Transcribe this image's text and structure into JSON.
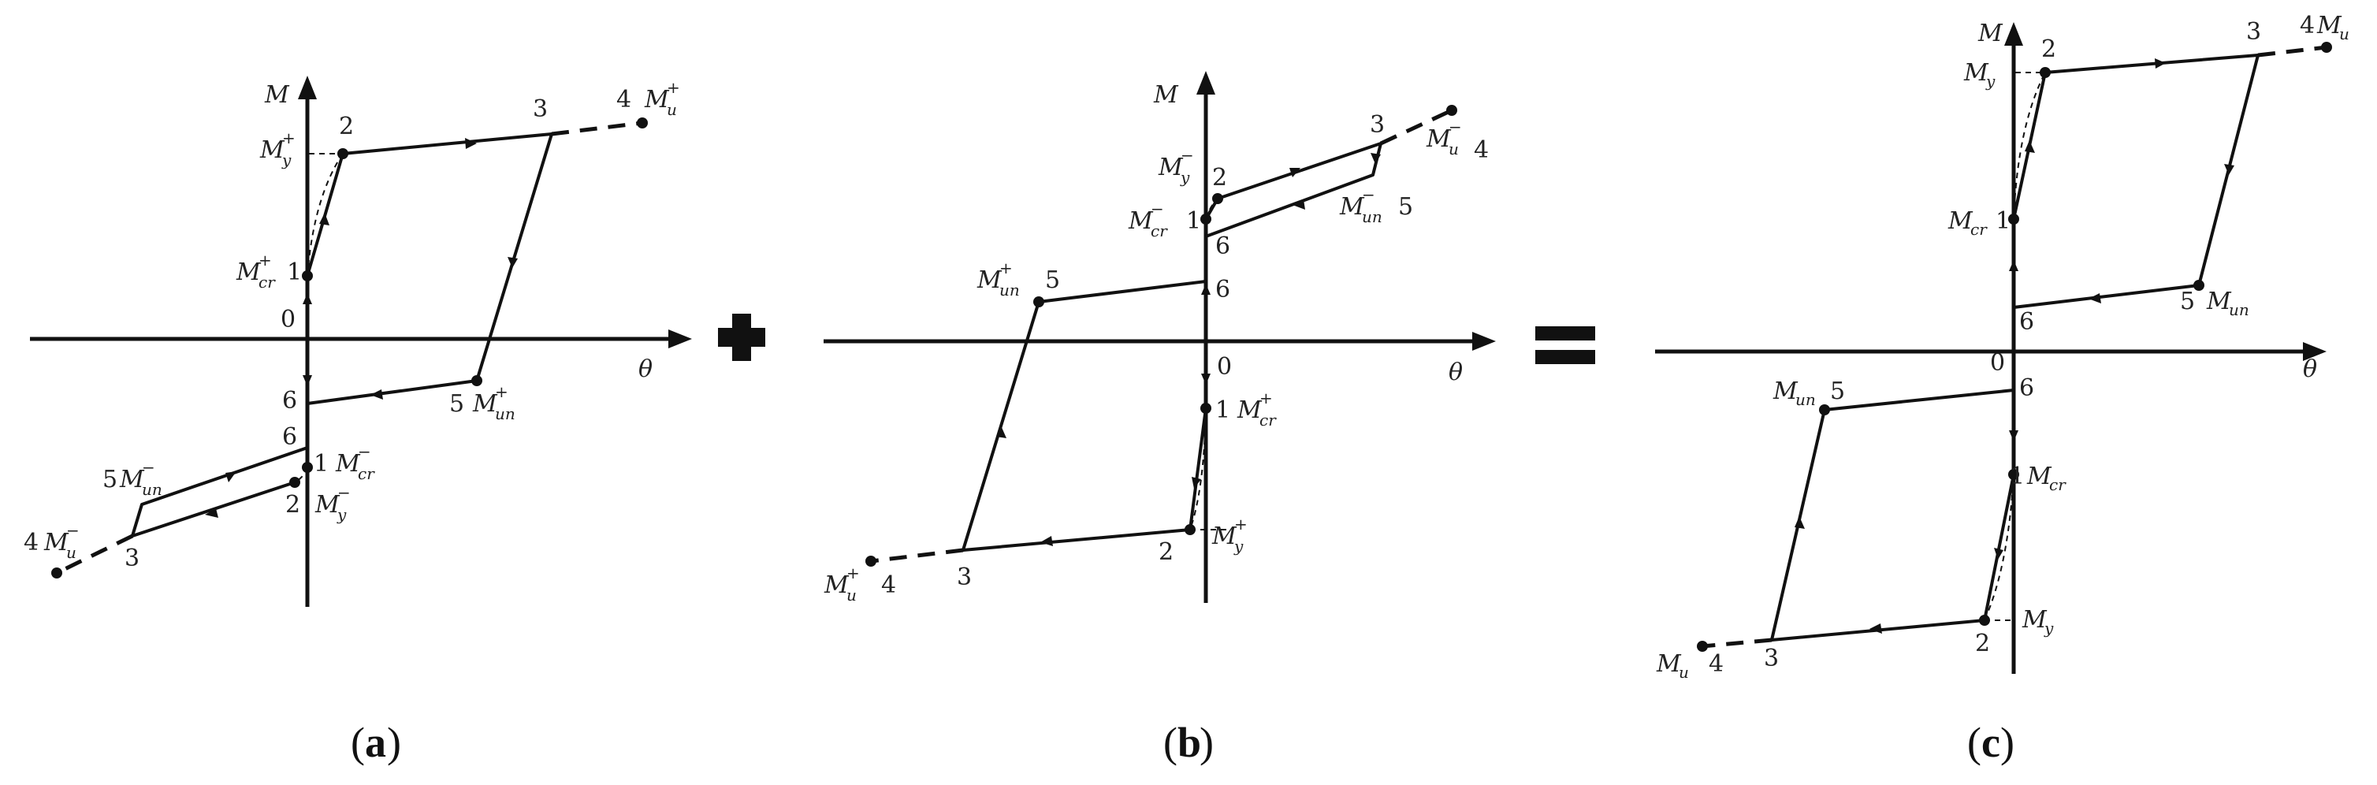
{
  "panels": [
    {
      "caption": "a",
      "axis_y": "M",
      "axis_x": "θ",
      "origin": "0",
      "labels": {
        "mu_pos": "M",
        "mu_pos_sup": "+",
        "mu_pos_sub": "u",
        "my_pos": "M",
        "my_pos_sup": "+",
        "my_pos_sub": "y",
        "mcr_pos": "M",
        "mcr_pos_sup": "+",
        "mcr_pos_sub": "cr",
        "mun_pos": "M",
        "mun_pos_sup": "+",
        "mun_pos_sub": "un",
        "mun_neg": "M",
        "mun_neg_sup": "−",
        "mun_neg_sub": "un",
        "mcr_neg": "M",
        "mcr_neg_sup": "−",
        "mcr_neg_sub": "cr",
        "my_neg": "M",
        "my_neg_sup": "−",
        "my_neg_sub": "y",
        "mu_neg": "M",
        "mu_neg_sup": "−",
        "mu_neg_sub": "u"
      },
      "points": [
        "1",
        "2",
        "3",
        "4",
        "5",
        "6",
        "6",
        "5",
        "1",
        "2",
        "3",
        "4"
      ]
    },
    {
      "caption": "b",
      "axis_y": "M",
      "axis_x": "θ",
      "origin": "0",
      "labels": {
        "my_neg": "M",
        "my_neg_sup": "−",
        "my_neg_sub": "y",
        "mcr_neg": "M",
        "mcr_neg_sup": "−",
        "mcr_neg_sub": "cr",
        "mu_neg": "M",
        "mu_neg_sup": "−",
        "mu_neg_sub": "u",
        "mun_neg": "M",
        "mun_neg_sup": "−",
        "mun_neg_sub": "un",
        "mun_pos": "M",
        "mun_pos_sup": "+",
        "mun_pos_sub": "un",
        "mcr_pos": "M",
        "mcr_pos_sup": "+",
        "mcr_pos_sub": "cr",
        "my_pos": "M",
        "my_pos_sup": "+",
        "my_pos_sub": "y",
        "mu_pos": "M",
        "mu_pos_sup": "+",
        "mu_pos_sub": "u"
      },
      "points": [
        "1",
        "2",
        "3",
        "4",
        "5",
        "6",
        "6",
        "5",
        "1",
        "2",
        "3",
        "4"
      ]
    },
    {
      "caption": "c",
      "axis_y": "M",
      "axis_x": "θ",
      "origin": "0",
      "labels": {
        "mu": "M",
        "mu_sub": "u",
        "my": "M",
        "my_sub": "y",
        "mcr": "M",
        "mcr_sub": "cr",
        "mun": "M",
        "mun_sub": "un"
      },
      "points": [
        "1",
        "2",
        "3",
        "4",
        "5",
        "6",
        "6",
        "5",
        "1",
        "2",
        "3",
        "4"
      ]
    }
  ],
  "operators": {
    "plus": "plus-sign",
    "equals": "equals-sign"
  }
}
